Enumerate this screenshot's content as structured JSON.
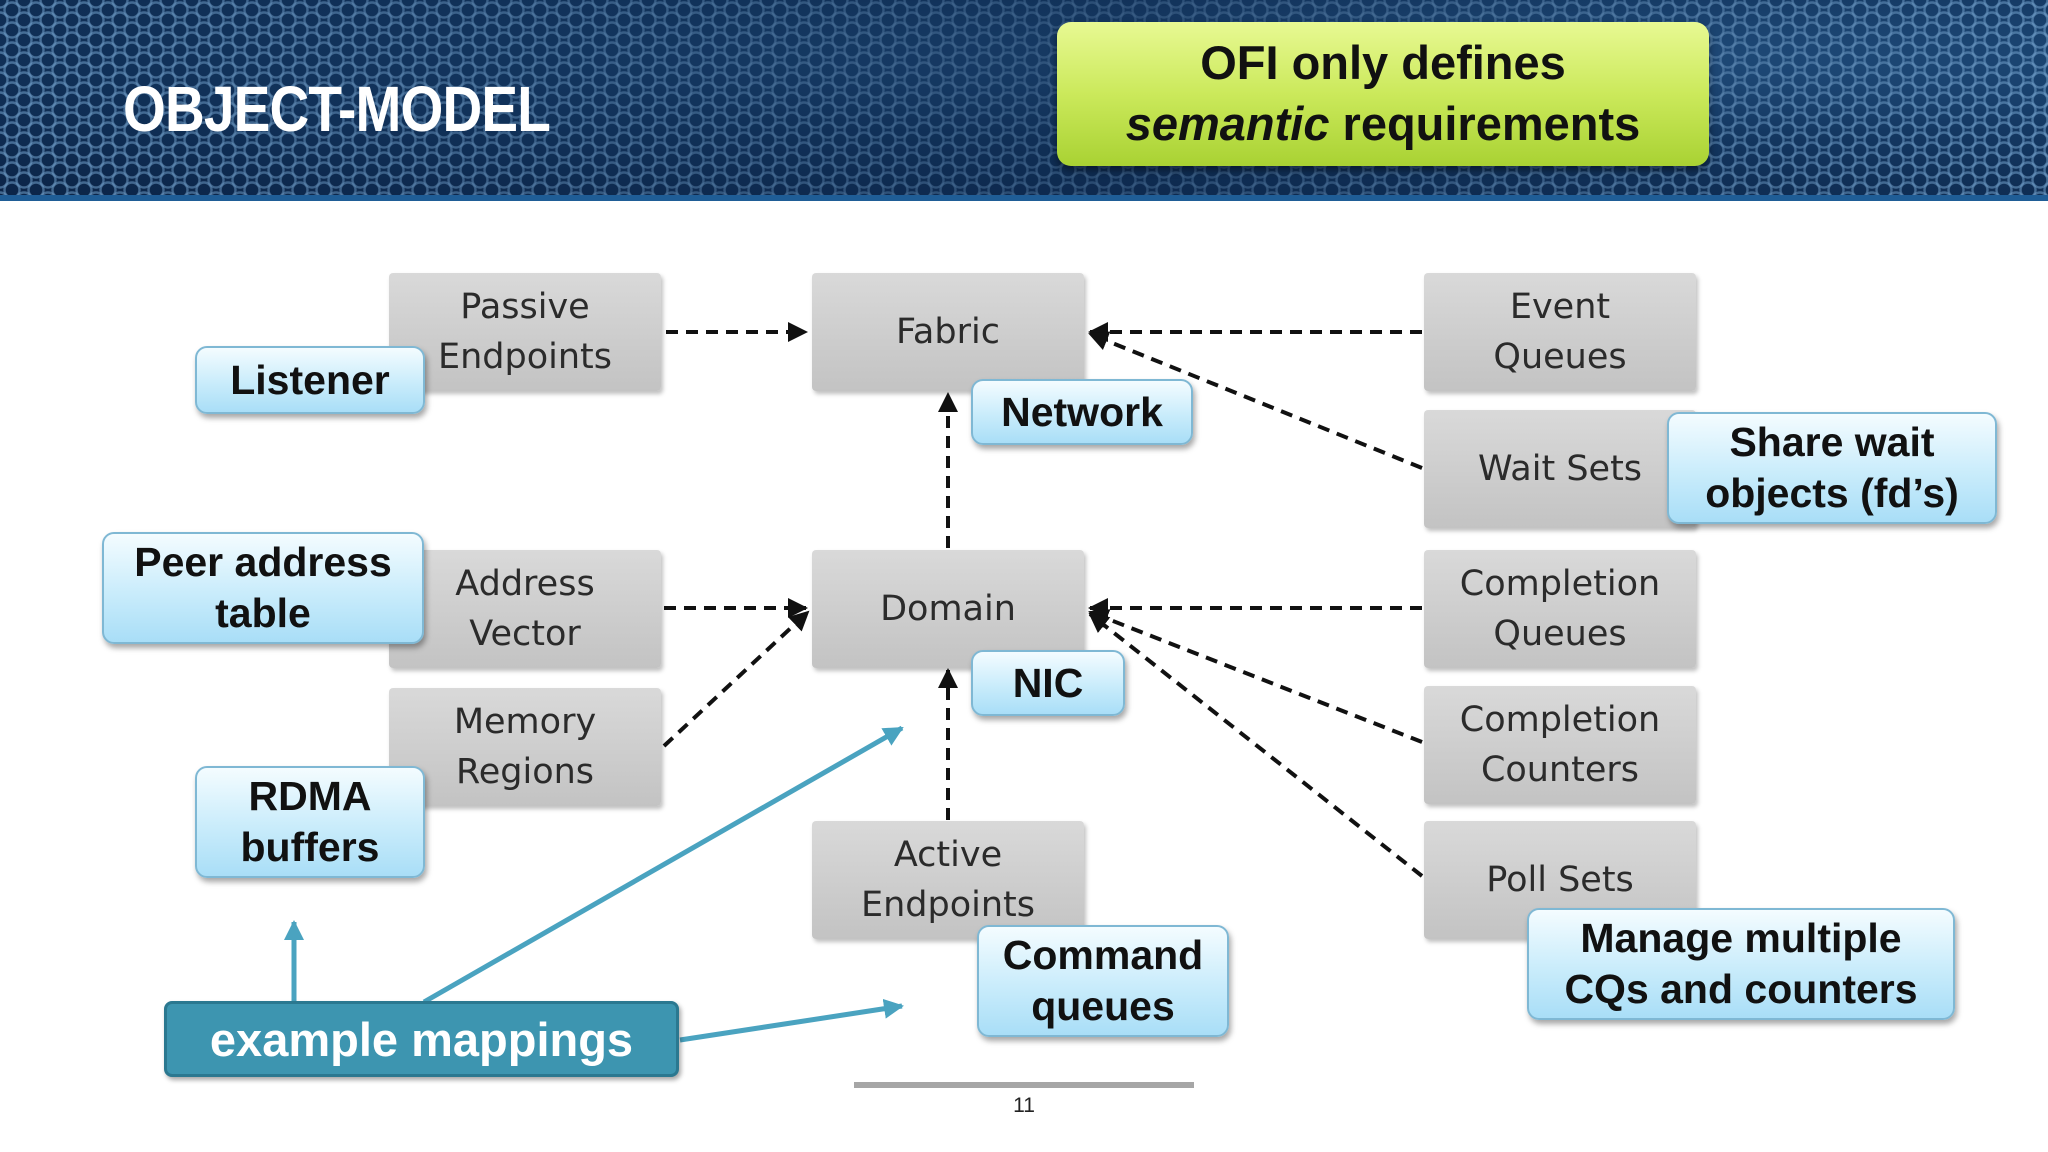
{
  "slide": {
    "title": "OBJECT-MODEL",
    "page_number": "11"
  },
  "green_callout": {
    "line1": "OFI only defines",
    "line2_italic": "semantic",
    "line2_rest": " requirements"
  },
  "nodes": {
    "passive_endpoints": "Passive\nEndpoints",
    "fabric": "Fabric",
    "event_queues": "Event\nQueues",
    "wait_sets": "Wait Sets",
    "address_vector": "Address\nVector",
    "domain": "Domain",
    "completion_queues": "Completion\nQueues",
    "memory_regions": "Memory\nRegions",
    "completion_counters": "Completion\nCounters",
    "active_endpoints": "Active\nEndpoints",
    "poll_sets": "Poll Sets"
  },
  "callouts": {
    "listener": "Listener",
    "network": "Network",
    "share_wait": "Share wait\nobjects (fd’s)",
    "peer_address": "Peer address\ntable",
    "nic": "NIC",
    "rdma": "RDMA\nbuffers",
    "command_queues": "Command\nqueues",
    "manage": "Manage multiple\nCQs and counters"
  },
  "mapping_label": "example mappings",
  "colors": {
    "header_bg": "#153b66",
    "node_bg": "#d0d0d0",
    "callout_bg": "#c9ecfb",
    "green_callout_bg": "#cbe95b",
    "mapping_bg": "#3d95b0",
    "mapping_arrow": "#4aa3c0"
  }
}
